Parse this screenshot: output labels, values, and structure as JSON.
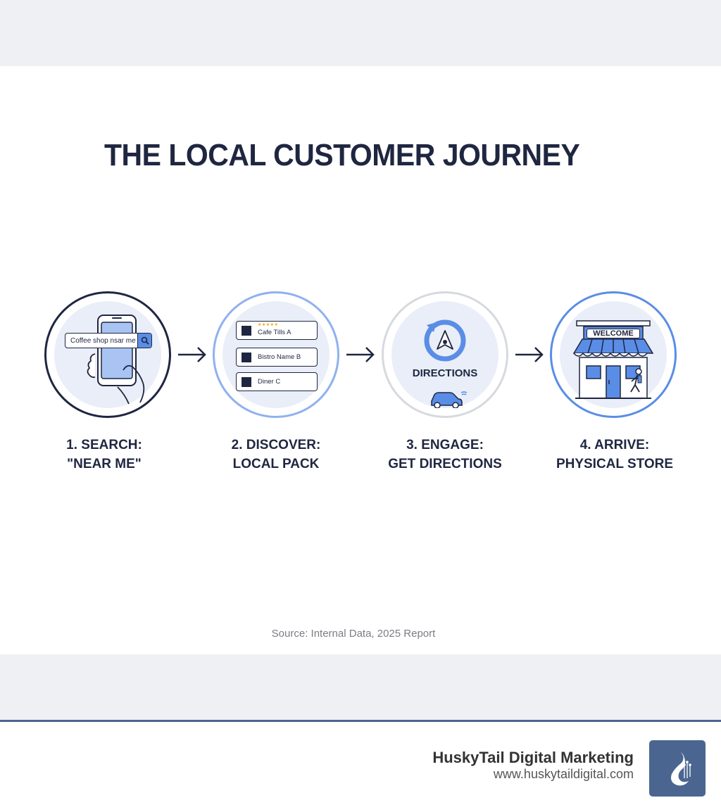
{
  "title": "THE LOCAL CUSTOMER JOURNEY",
  "colors": {
    "navy": "#1f2640",
    "accent_blue": "#5a8de6",
    "light_blue": "#8fb1ef",
    "circle_fill": "#e9eef8",
    "band_gray": "#eef0f4",
    "brand_blue": "#4a6690",
    "star_gold": "#f2a20c"
  },
  "steps": [
    {
      "number": "1",
      "line1": "1. SEARCH:",
      "line2": "\"NEAR ME\"",
      "icon": "phone-search-icon",
      "search_text": "Coffee shop nsar me"
    },
    {
      "number": "2",
      "line1": "2. DISCOVER:",
      "line2": "LOCAL PACK",
      "icon": "local-pack-list-icon",
      "listings": [
        {
          "name": "Cafe Tills A",
          "stars": "★★★★★"
        },
        {
          "name": "Bistro Name B"
        },
        {
          "name": "Diner C"
        }
      ]
    },
    {
      "number": "3",
      "line1": "3. ENGAGE:",
      "line2": "GET DIRECTIONS",
      "icon": "navigation-car-icon",
      "icon_label": "DIRECTIONS"
    },
    {
      "number": "4",
      "line1": "4. ARRIVE:",
      "line2": "PHYSICAL STORE",
      "icon": "storefront-icon",
      "sign_text": "WELCOME"
    }
  ],
  "source": "Source: Internal Data, 2025 Report",
  "footer": {
    "brand_name": "HuskyTail Digital Marketing",
    "brand_url": "www.huskytaildigital.com",
    "logo_icon": "husky-tail-logo-icon"
  }
}
